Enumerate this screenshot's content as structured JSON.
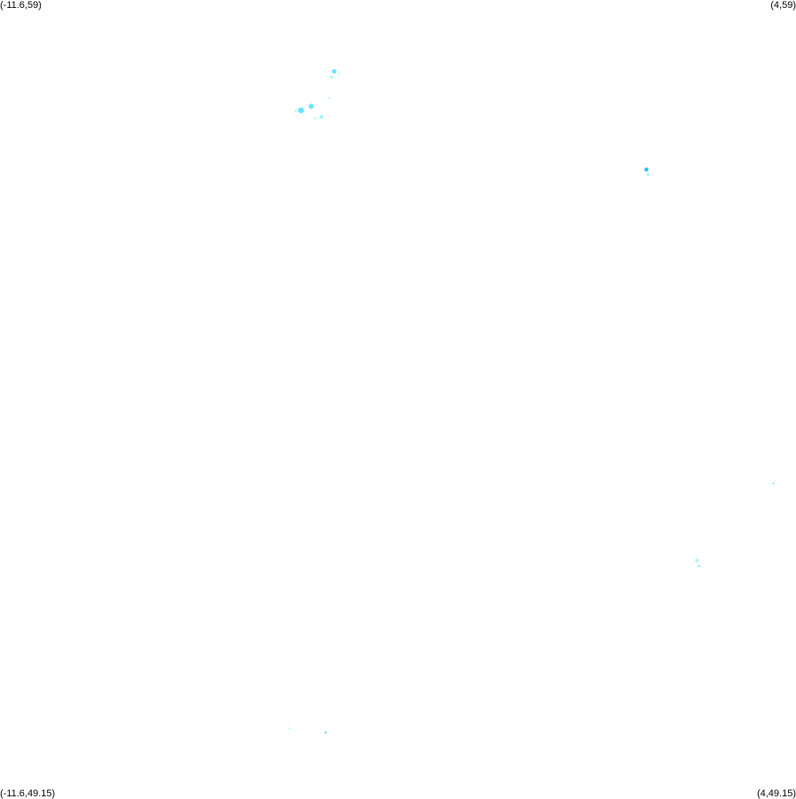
{
  "corner_labels": {
    "top_left": "(-11.6,59)",
    "top_right": "(4,59)",
    "bottom_left": "(-11.6,49.15)",
    "bottom_right": "(4,49.15)"
  },
  "colors": {
    "background": "#ffffff",
    "feature_light": "#9ff0ff",
    "feature_mid": "#4fe0ff",
    "feature_dark": "#00b8e6",
    "label_text": "#000000"
  },
  "map": {
    "bounds": {
      "lon_min": -11.6,
      "lon_max": 4,
      "lat_min": 49.15,
      "lat_max": 59
    },
    "features": [
      {
        "id": "f1",
        "lon": -5.05,
        "lat": 58.12,
        "r": 0.045,
        "shade": "mid"
      },
      {
        "id": "f2",
        "lon": -5.1,
        "lat": 58.05,
        "r": 0.03,
        "shade": "light"
      },
      {
        "id": "f3",
        "lon": -4.95,
        "lat": 58.09,
        "r": 0.015,
        "shade": "light"
      },
      {
        "id": "f4",
        "lon": -5.5,
        "lat": 57.69,
        "r": 0.05,
        "shade": "mid"
      },
      {
        "id": "f5",
        "lon": -5.7,
        "lat": 57.64,
        "r": 0.06,
        "shade": "mid"
      },
      {
        "id": "f6",
        "lon": -5.8,
        "lat": 57.63,
        "r": 0.025,
        "shade": "light"
      },
      {
        "id": "f7",
        "lon": -5.3,
        "lat": 57.56,
        "r": 0.04,
        "shade": "light"
      },
      {
        "id": "f8",
        "lon": -5.42,
        "lat": 57.54,
        "r": 0.02,
        "shade": "light"
      },
      {
        "id": "f9",
        "lon": -5.15,
        "lat": 57.79,
        "r": 0.015,
        "shade": "light"
      },
      {
        "id": "f10",
        "lon": 1.07,
        "lat": 56.91,
        "r": 0.04,
        "shade": "dark"
      },
      {
        "id": "f11",
        "lon": 1.1,
        "lat": 56.85,
        "r": 0.03,
        "shade": "light"
      },
      {
        "id": "f12",
        "lon": 3.56,
        "lat": 53.04,
        "r": 0.01,
        "shade": "mid"
      },
      {
        "id": "f13",
        "lon": 2.06,
        "lat": 52.09,
        "r": 0.035,
        "shade": "light"
      },
      {
        "id": "f14",
        "lon": 2.1,
        "lat": 52.02,
        "r": 0.02,
        "shade": "mid"
      },
      {
        "id": "f15",
        "lon": -5.93,
        "lat": 50.02,
        "r": 0.02,
        "shade": "light"
      },
      {
        "id": "f16",
        "lon": -5.22,
        "lat": 49.97,
        "r": 0.015,
        "shade": "dark"
      }
    ]
  }
}
